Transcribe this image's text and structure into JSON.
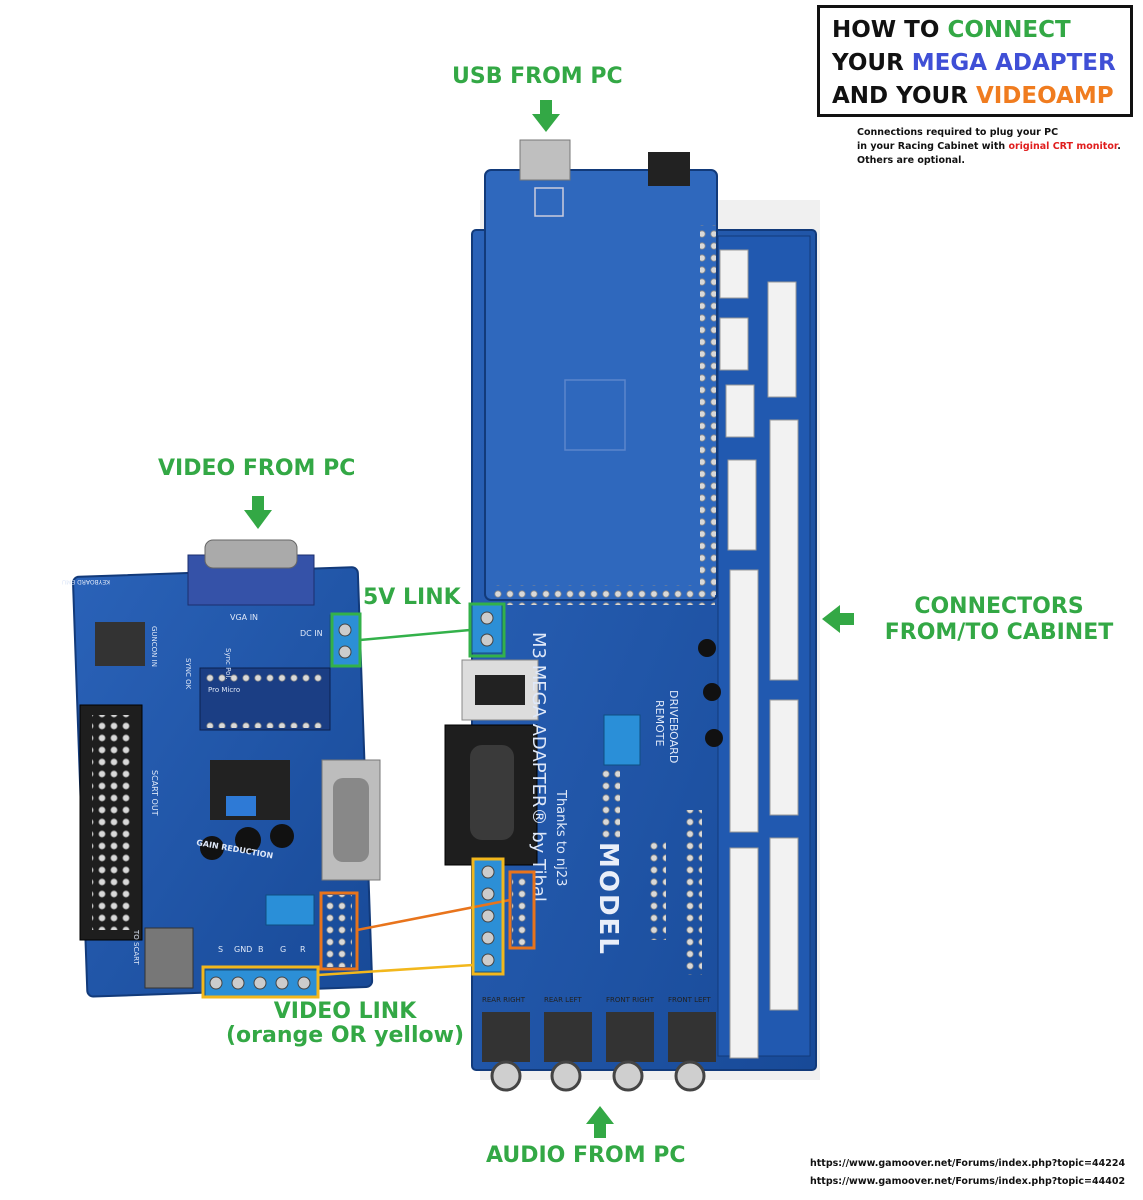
{
  "title": {
    "line1_prefix": "HOW TO ",
    "line1_highlight": "CONNECT",
    "line2_prefix": "YOUR ",
    "line2_highlight": "MEGA ADAPTER",
    "line3_prefix": "AND YOUR ",
    "line3_highlight": "VIDEOAMP"
  },
  "note": {
    "line1": "Connections required to plug your PC",
    "line2_prefix": "in your Racing Cabinet with ",
    "line2_highlight": "original CRT monitor",
    "line2_suffix": ".",
    "line3": "Others are optional."
  },
  "labels": {
    "usb_from_pc": "USB FROM PC",
    "video_from_pc": "VIDEO FROM PC",
    "five_v_link": "5V LINK",
    "connectors_line1": "CONNECTORS",
    "connectors_line2": "FROM/TO CABINET",
    "video_link_line1": "VIDEO LINK",
    "video_link_line2": "(orange OR yellow)",
    "audio_from_pc": "AUDIO FROM PC"
  },
  "board_text": {
    "mega_adapter_title": "M3 MEGA ADAPTER® by Tibal",
    "mega_adapter_thanks": "Thanks to nj23",
    "driveboard": "DRIVEBOARD",
    "remote": "REMOTE",
    "model_logo": "MODEL",
    "gain_reduction": "GAIN REDUCTION",
    "sync_ok": "SYNC OK",
    "scart_out": "SCART OUT",
    "to_scart": "TO SCART",
    "vga_in": "VGA IN",
    "dc_in": "DC IN",
    "gncon_in": "GUNCON IN",
    "pro_micro": "Pro Micro",
    "sync_pol": "Sync Pol.",
    "keyboard_emu": "KEYBOARD EMU",
    "out_pins": [
      "R",
      "G",
      "B",
      "S",
      "GND"
    ],
    "rear_right": "REAR RIGHT",
    "rear_left": "REAR LEFT",
    "front_right": "FRONT RIGHT",
    "front_left": "FRONT LEFT"
  },
  "urls": [
    "https://www.gamoover.net/Forums/index.php?topic=44224",
    "https://www.gamoover.net/Forums/index.php?topic=44402"
  ],
  "colors": {
    "label_green": "#33a845",
    "title_blue": "#3f4fd6",
    "title_orange": "#f07c1f",
    "note_red": "#e01d1d",
    "pcb_blue": "#1f55a8",
    "link_orange": "#e8741c",
    "link_yellow": "#f2b71c"
  }
}
